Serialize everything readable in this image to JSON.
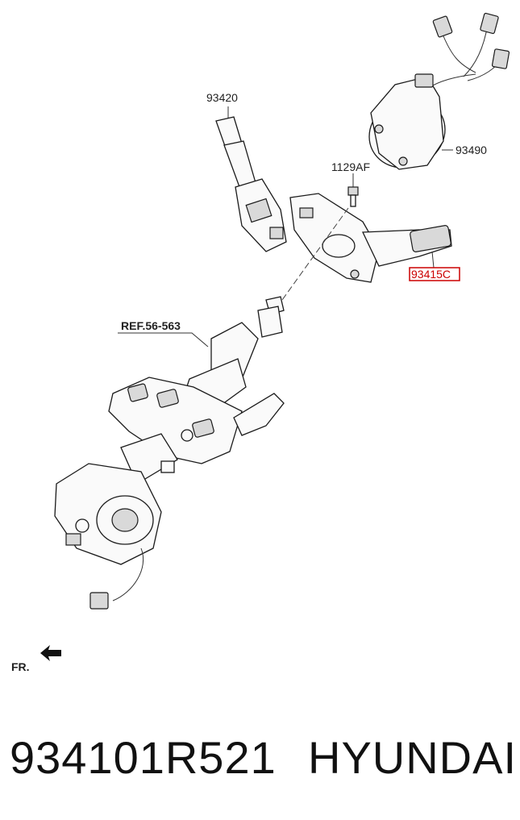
{
  "callouts": {
    "multifunction_switch": "93420",
    "clock_spring": "93490",
    "bolt": "1129AF",
    "wiper_switch": "93415C",
    "steering_column_ref": "REF.56-563",
    "front_direction": "FR."
  },
  "footer": {
    "part_number": "934101R521",
    "brand": "HYUNDAI"
  },
  "colors": {
    "highlight": "#cc0000",
    "ink": "#1a1a1a"
  }
}
